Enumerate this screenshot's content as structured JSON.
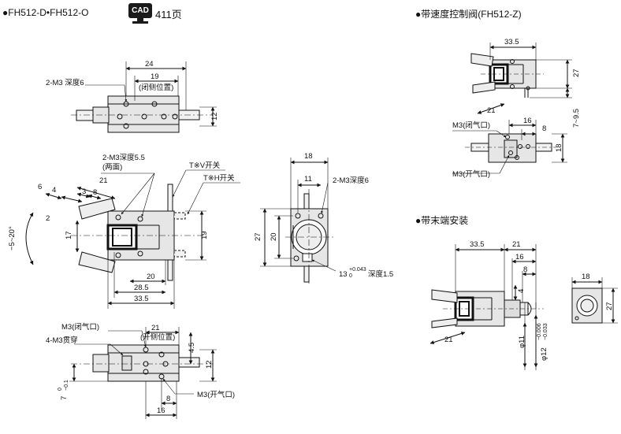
{
  "headers": {
    "main_model": "●FH512-D•FH512-O",
    "cad_icon": "CAD",
    "cad_page": "411页",
    "speed_valve": "●带速度控制阀(FH512-Z)",
    "end_mount": "●带末端安装"
  },
  "top_view": {
    "d24": "24",
    "d19": "19",
    "closed_pos": "(闭侧位置)",
    "d12": "12",
    "tap": "2-M3 深度6"
  },
  "side_view": {
    "tap_both": "2-M3深度5.5",
    "both_sides": "(两面)",
    "tv_switch": "T※V开关",
    "th_switch": "T※H开关",
    "d6": "6",
    "d4": "4",
    "d3": "3",
    "d8": "8",
    "d21": "21",
    "d2": "2",
    "angle": "−5~20°",
    "d17": "17",
    "d19": "19",
    "d20": "20",
    "d28_5": "28.5",
    "d33_5": "33.5"
  },
  "front_view": {
    "d18": "18",
    "d11": "11",
    "tap": "2-M3深度6",
    "d27": "27",
    "d20": "20",
    "bore_prefix": "13",
    "bore_tol_top": "+0.043",
    "bore_tol_bot": "0",
    "bore_suffix": "深度1.5"
  },
  "bottom_view": {
    "m3_closed": "M3(闭气口)",
    "thru": "4-M3贯穿",
    "d21": "21",
    "open_pos": "(开侧位置)",
    "d4_5": "4.5",
    "d12": "12",
    "d7": "7",
    "tol_top": "0",
    "tol_bot": "−0.1",
    "m3_open": "M3(开气口)",
    "d8": "8",
    "d16": "16"
  },
  "speed_valve_view": {
    "d33_5": "33.5",
    "d27": "27",
    "d21": "21",
    "d7_9_5": "7~9.5",
    "m3_closed": "M3(闭气口)",
    "d16": "16",
    "d8": "8",
    "d18": "18",
    "m3_open": "M3(开气口)"
  },
  "end_mount_view": {
    "d33_5": "33.5",
    "d21": "21",
    "d16": "16",
    "d8": "8",
    "d4": "4",
    "d11": "φ11",
    "phi12": "φ12",
    "tol_top": "−0.006",
    "tol_bot": "−0.033",
    "d21_b": "21",
    "d18": "18",
    "d27": "27"
  }
}
